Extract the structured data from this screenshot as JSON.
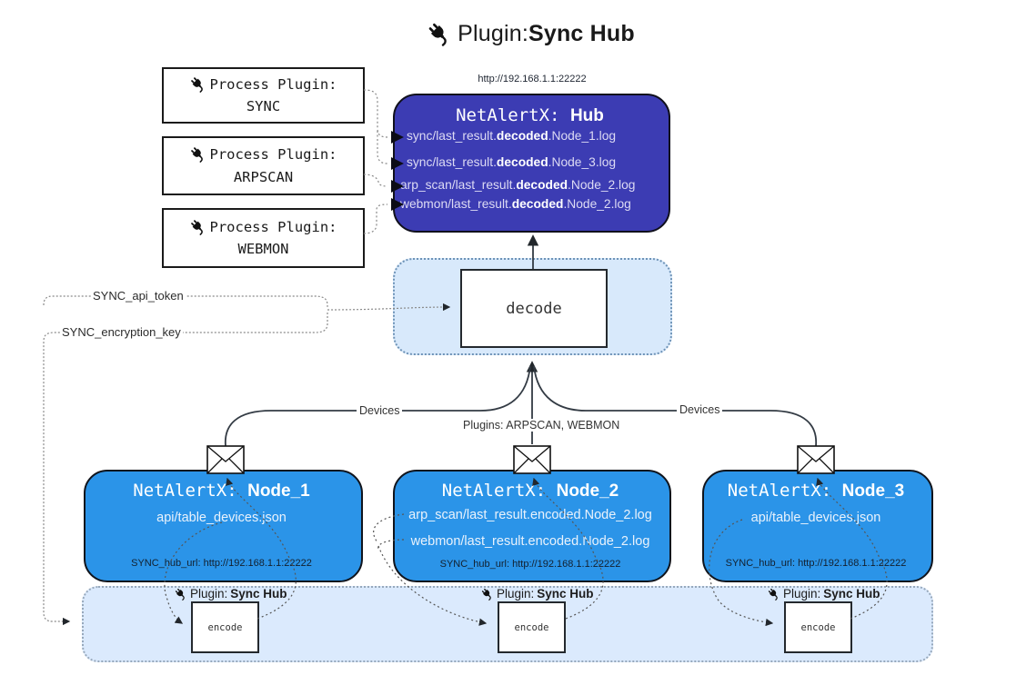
{
  "title": {
    "prefix": "Plugin: ",
    "bold": "Sync Hub"
  },
  "process_plugins": [
    {
      "label": "Process Plugin:",
      "name": "SYNC"
    },
    {
      "label": "Process Plugin:",
      "name": "ARPSCAN"
    },
    {
      "label": "Process Plugin:",
      "name": "WEBMON"
    }
  ],
  "hub": {
    "url": "http://192.168.1.1:22222",
    "name_prefix": "NetAlertX: ",
    "name_bold": "Hub",
    "lines": [
      {
        "pre": "sync/last_result.",
        "bold": "decoded",
        "post": ".Node_1.log"
      },
      {
        "pre": "sync/last_result.",
        "bold": "decoded",
        "post": ".Node_3.log"
      },
      {
        "pre": "arp_scan/last_result.",
        "bold": "decoded",
        "post": ".Node_2.log"
      },
      {
        "pre": "webmon/last_result.",
        "bold": "decoded",
        "post": ".Node_2.log"
      }
    ]
  },
  "decode": {
    "label": "decode"
  },
  "settings": {
    "api_token": "SYNC_api_token",
    "encryption_key": "SYNC_encryption_key"
  },
  "edge_labels": {
    "devices_left": "Devices",
    "plugins_center": "Plugins: ARPSCAN, WEBMON",
    "devices_right": "Devices"
  },
  "nodes": [
    {
      "name_prefix": "NetAlertX: ",
      "name_bold": "Node_1",
      "files": [
        "api/table_devices.json"
      ],
      "hub_url": "SYNC_hub_url: http://192.168.1.1:22222"
    },
    {
      "name_prefix": "NetAlertX: ",
      "name_bold": "Node_2",
      "files": [
        "arp_scan/last_result.encoded.Node_2.log",
        "webmon/last_result.encoded.Node_2.log"
      ],
      "hub_url": "SYNC_hub_url: http://192.168.1.1:22222"
    },
    {
      "name_prefix": "NetAlertX: ",
      "name_bold": "Node_3",
      "files": [
        "api/table_devices.json"
      ],
      "hub_url": "SYNC_hub_url: http://192.168.1.1:22222"
    }
  ],
  "encoders": [
    {
      "label_prefix": "Plugin: ",
      "label_bold": "Sync Hub",
      "box_label": "encode"
    },
    {
      "label_prefix": "Plugin: ",
      "label_bold": "Sync Hub",
      "box_label": "encode"
    },
    {
      "label_prefix": "Plugin: ",
      "label_bold": "Sync Hub",
      "box_label": "encode"
    }
  ],
  "icons": {
    "plug": "plug-icon",
    "envelope": "envelope-icon"
  },
  "colors": {
    "hub_fill": "#3c3cb3",
    "node_fill": "#2b94e8",
    "decode_panel_fill": "#d8e9fb",
    "decode_panel_border": "#6e93b7",
    "encode_panel_fill": "#dbeafd",
    "encode_panel_border": "#97a8bb",
    "line_color": "#333b44"
  }
}
